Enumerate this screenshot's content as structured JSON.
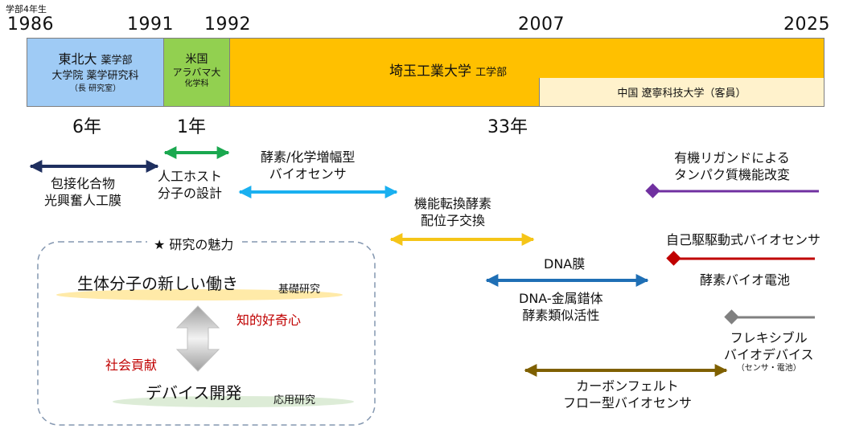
{
  "header": {
    "note": "学部4年生"
  },
  "years": [
    "1986",
    "1991",
    "1992",
    "2007",
    "2025"
  ],
  "segments": {
    "tohoku": {
      "line1a": "東北大",
      "line1b": "薬学部",
      "line2": "大学院 薬学研究科",
      "line3": "（長 研究室）"
    },
    "usa": {
      "line1": "米国",
      "line2": "アラバマ大",
      "line3": "化学科"
    },
    "saitama": {
      "main": "埼玉工業大学",
      "sub": "工学部"
    },
    "china": {
      "label": "中国 遼寧科技大学（客員）"
    }
  },
  "durations": {
    "tohoku": "6年",
    "usa": "1年",
    "saitama": "33年"
  },
  "research": {
    "inclusion": {
      "line1": "包接化合物",
      "line2": "光興奮人工膜"
    },
    "host": {
      "line1": "人工ホスト",
      "line2": "分子の設計"
    },
    "enzyme_sensor": {
      "line1": "酵素/化学増幅型",
      "line2": "バイオセンサ"
    },
    "exchange": {
      "line1": "機能転換酵素",
      "line2": "配位子交換"
    },
    "dna_film": {
      "label": "DNA膜"
    },
    "dna_metal": {
      "line1": "DNA-金属錯体",
      "line2": "酵素類似活性"
    },
    "ligand": {
      "line1": "有機リガンドによる",
      "line2": "タンパク質機能改変"
    },
    "self_driven": {
      "label": "自己駆駆動式バイオセンサ"
    },
    "biofuel": {
      "label": "酵素バイオ電池"
    },
    "flexible": {
      "line1": "フレキシブル",
      "line2": "バイオデバイス",
      "line3": "（センサ・電池）"
    },
    "carbon": {
      "line1": "カーボンフェルト",
      "line2": "フロー型バイオセンサ"
    }
  },
  "appeal": {
    "title": "★ 研究の魅力",
    "top_main": "生体分子の新しい働き",
    "top_sub": "基礎研究",
    "bottom_main": "デバイス開発",
    "bottom_sub": "応用研究",
    "curiosity": "知的好奇心",
    "contribution": "社会貢献"
  },
  "colors": {
    "tohoku": "#9fcbf5",
    "usa": "#92d050",
    "saitama": "#ffc000",
    "china": "#fff2cc",
    "navy": "#1f2f5f",
    "green": "#1aa84f",
    "lightblue": "#1ab0f0",
    "gold": "#f5c518",
    "blue": "#1f6fb5",
    "purple": "#7030a0",
    "darkred": "#c00000",
    "gray": "#808080",
    "olive": "#7f6000",
    "redtext": "#c00000"
  }
}
